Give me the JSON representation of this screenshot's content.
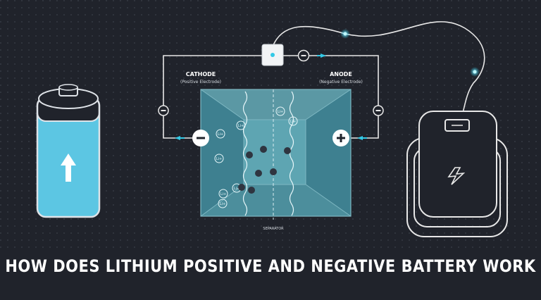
{
  "title": "HOW DOES LITHIUM POSITIVE AND NEGATIVE BATTERY WORK",
  "labels": {
    "cathode": "CATHODE",
    "cathode_sub": "(Positive Electrode)",
    "anode": "ANODE",
    "anode_sub": "(Negative Electrode)",
    "separator": "SEPARATOR",
    "ion": "Li+",
    "minus": "−",
    "plus": "+"
  },
  "icons": {
    "battery": "battery-icon",
    "arrow": "up-arrow-icon",
    "switch": "switch-icon",
    "device": "phone-icon",
    "bolt": "lightning-icon"
  },
  "colors": {
    "background": "#20232b",
    "accent": "#33c9e6",
    "battery_fill": "#5cc6e3",
    "cell_fill": "#3f7f8c",
    "wire": "#e8e8e8"
  }
}
